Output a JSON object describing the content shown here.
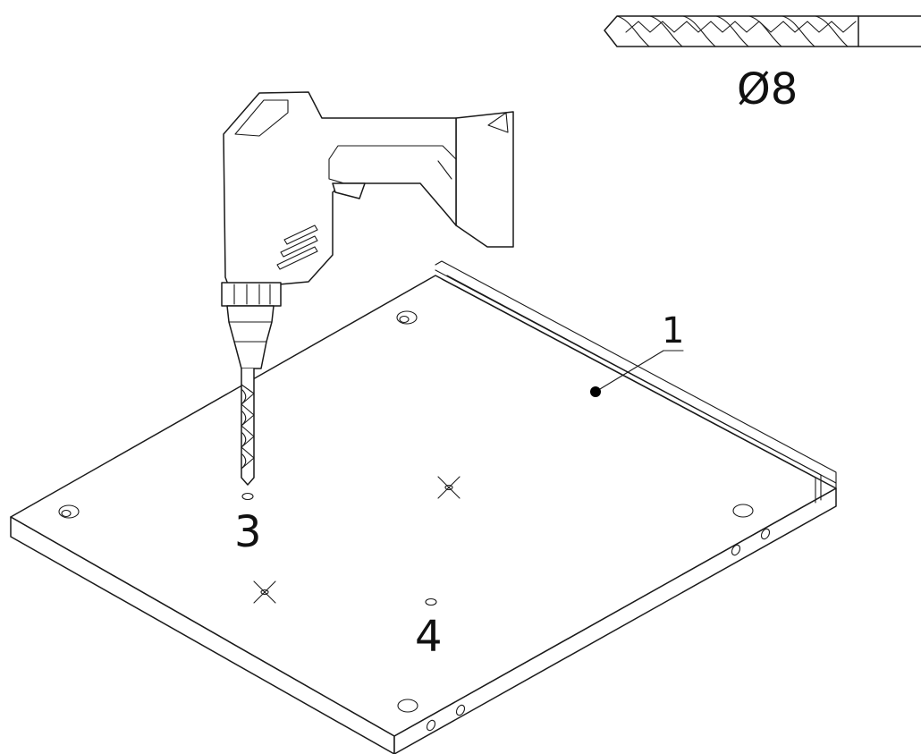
{
  "drill_bit": {
    "icon": "drill-bit-icon",
    "diameter_label": "Ø8"
  },
  "callouts": [
    {
      "id": "panel",
      "label": "1"
    },
    {
      "id": "hole-a",
      "label": "3"
    },
    {
      "id": "hole-b",
      "label": "4"
    }
  ],
  "icons": {
    "drill": "power-drill-icon",
    "panel": "panel-board-icon",
    "marks": "cross-mark-icon"
  }
}
